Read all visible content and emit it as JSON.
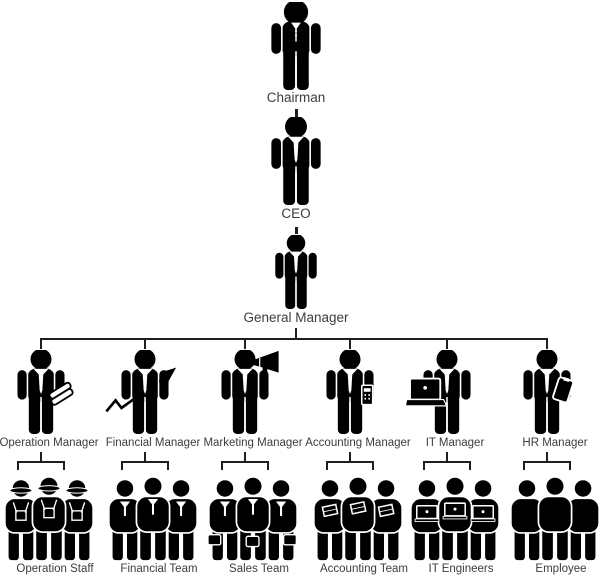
{
  "org": {
    "top_chain": [
      {
        "role": "Chairman"
      },
      {
        "role": "CEO"
      },
      {
        "role": "General Manager"
      }
    ],
    "branches": [
      {
        "manager": "Operation Manager",
        "team": "Operation Staff"
      },
      {
        "manager": "Financial Manager",
        "team": "Financial Team"
      },
      {
        "manager": "Marketing Manager",
        "team": "Sales Team"
      },
      {
        "manager": "Accounting Manager",
        "team": "Accounting Team"
      },
      {
        "manager": "IT Manager",
        "team": "IT Engineers"
      },
      {
        "manager": "HR Manager",
        "team": "Employee"
      }
    ]
  },
  "icons": {
    "chairman": "businessman-beard-suit",
    "ceo": "person-tie",
    "general_manager": "person-tie",
    "operation_manager": "person-tie-blueprint-rolls",
    "financial_manager": "person-tie-growth-arrow",
    "marketing_manager": "person-tie-megaphone",
    "accounting_manager": "person-tie-calculator",
    "it_manager": "person-tie-laptop",
    "hr_manager": "person-tie-clipboard",
    "operation_staff": "three-workers-hardhats",
    "financial_team": "three-people-ties",
    "sales_team": "three-people-ties-briefcases",
    "accounting_team": "three-people-holding-papers",
    "it_engineers": "three-people-laptops",
    "employee": "three-people-plain"
  },
  "colors": {
    "figure": "#000000",
    "text": "#3d3d3d",
    "connector": "#1f1f1f",
    "background": "#ffffff"
  }
}
